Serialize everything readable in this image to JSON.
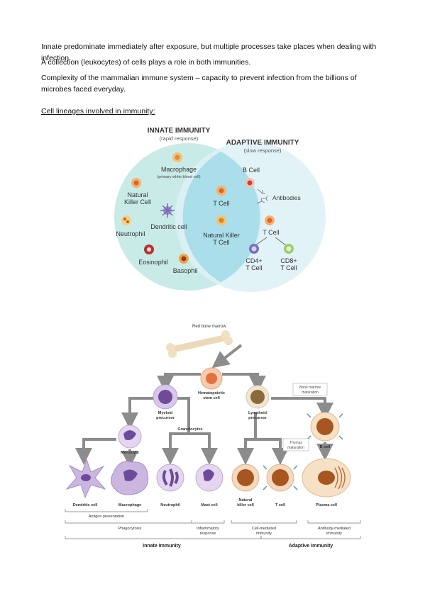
{
  "paragraphs": [
    "Innate predominate immediately after exposure, but multiple processes take places when dealing with infection.",
    "A collection  (leukocytes) of cells plays a role in both immunities.",
    "Complexity of the mammalian immune system – capacity to prevent infection from the billions of microbes faced everyday."
  ],
  "section_heading": "Cell lineages involved in immunity:",
  "venn": {
    "innate_title": "INNATE IMMUNITY",
    "innate_sub": "(rapid response)",
    "adaptive_title": "ADAPTIVE IMMUNITY",
    "adaptive_sub": "(slow response)",
    "macrophage": "Macrophage",
    "macrophage_note": "(primary white blood cell)",
    "nk_line1": "Natural",
    "nk_line2": "Killer Cell",
    "dendritic": "Dendritic cell",
    "neutrophil": "Neutrophil",
    "eosinophil": "Eosinophil",
    "basophil": "Basophil",
    "tcell": "T Cell",
    "nkt_line1": "Natural Killer",
    "nkt_line2": "T Cell",
    "bcell": "B Cell",
    "antibodies": "Antibodies",
    "tcell2": "T Cell",
    "cd4_line1": "CD4+",
    "cd4_line2": "T Cell",
    "cd8_line1": "CD8+",
    "cd8_line2": "T Cell",
    "colors": {
      "innate": "#c9ebe7",
      "adaptive": "#ddf1f7",
      "overlap": "#a9deea"
    }
  },
  "lineage": {
    "red_bone_marrow": "Red bone marrow",
    "hsc_line1": "Hematopoietic",
    "hsc_line2": "stem cell",
    "myeloid_line1": "Myeloid",
    "myeloid_line2": "precursor",
    "lymphoid_line1": "Lymphoid",
    "lymphoid_line2": "precursor",
    "bm_mat_line1": "Bone marrow",
    "bm_mat_line2": "maturation",
    "granulocytes": "Granulocytes",
    "monocyte": "Monocyte",
    "thymus_line1": "Thymus",
    "thymus_line2": "maturation",
    "bcell": "B cell",
    "dendritic": "Dendritic cell",
    "macrophage": "Macrophage",
    "neutrophil": "Neutrophil",
    "mast": "Mast cell",
    "nk_line1": "Natural",
    "nk_line2": "killer cell",
    "tcell": "T cell",
    "plasma": "Plasma cell",
    "antigen_presentation": "Antigen presentation",
    "phagocytosis": "Phagocytosis",
    "inflam_line1": "Inflammatory",
    "inflam_line2": "response",
    "cellmed_line1": "Cell-mediated",
    "cellmed_line2": "immunity",
    "antibodymed_line1": "Antibody-mediated",
    "antibodymed_line2": "immunity",
    "innate_immunity": "Innate Immunity",
    "adaptive_immunity": "Adaptive Immunity"
  }
}
